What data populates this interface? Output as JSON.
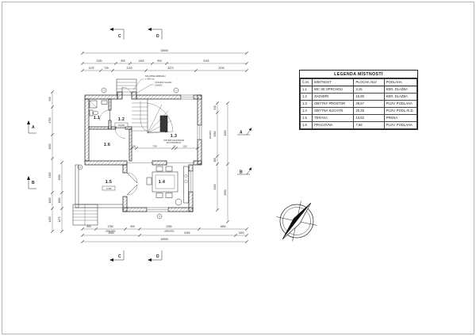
{
  "sheet": {
    "background": "#ffffff",
    "border_color": "#b4b4b4",
    "line_color": "#1a1a1a"
  },
  "legend": {
    "title": "LEGENDA MÍSTNOSTÍ",
    "columns": [
      "Č.M.",
      "MÍSTNOST",
      "PLOCHA /m2/",
      "PODLAHA"
    ],
    "rows": [
      [
        "1.1",
        "WC SE SPRCHOU",
        "3,15",
        "KER. DLAŽBA"
      ],
      [
        "1.2",
        "ZÁDVEŘÍ",
        "15,80",
        "KER. DLAŽBA"
      ],
      [
        "1.3",
        "OBYTNÝ PROSTOR",
        "28,57",
        "PLOV. PODLAHA"
      ],
      [
        "1.4",
        "OBYTNÁ KUCHYŇ",
        "20,25",
        "PLOV. PODL./K.D."
      ],
      [
        "1.5",
        "TERASA",
        "13,62",
        "PRKNA"
      ],
      [
        "1.6",
        "PRACOVNA",
        "7,68",
        "PLOV. PODLAHA"
      ]
    ]
  },
  "rooms": [
    {
      "id": "1.1"
    },
    {
      "id": "1.2"
    },
    {
      "id": "1.3"
    },
    {
      "id": "1.4"
    },
    {
      "id": "1.5"
    },
    {
      "id": "1.6"
    }
  ],
  "levels": {
    "entry": "±0,000",
    "terrace": "-0,350"
  },
  "annotations": {
    "note1": [
      "SKLOPNE ZABRADLI",
      "v. 900 mm"
    ],
    "note2": [
      "VSTUPNI SCHOD",
      "150/300"
    ],
    "room3_note": [
      "VNITRNI SCHODISTE",
      "DO PODKROVI"
    ]
  },
  "axis_bubbles": [
    "1",
    "2",
    "3",
    "4"
  ],
  "section_markers": {
    "top": [
      "C",
      "D"
    ],
    "bottom": [
      "C",
      "D"
    ],
    "left": [
      "A",
      "B"
    ],
    "right": [
      "A",
      "B"
    ]
  },
  "dims": {
    "top": {
      "overall": "10500",
      "row2": [
        "2100",
        "900",
        "1400",
        "900",
        "5100"
      ],
      "row3": [
        "1175",
        "725",
        "2100",
        "3270",
        "3230"
      ]
    },
    "bottom": {
      "row1": [
        "900",
        "1750",
        "900",
        "2250",
        "1850"
      ],
      "row1_sub": [
        "(1500x900)",
        "(1500x600)"
      ],
      "row2": [
        "3050",
        "5150",
        "1300"
      ],
      "overall": "10500"
    },
    "left": {
      "outer": [
        "950",
        "1750",
        "1500",
        "2150",
        "1000",
        "1450"
      ],
      "inner": [
        "1900",
        "1000",
        "1475"
      ]
    },
    "right": {
      "inner": [
        "540",
        "2300",
        "380",
        "2400"
      ],
      "window": "1500/900",
      "outer": [
        "3250",
        "3050"
      ]
    },
    "interior": [
      "185",
      "1700",
      "90",
      "1130"
    ]
  }
}
